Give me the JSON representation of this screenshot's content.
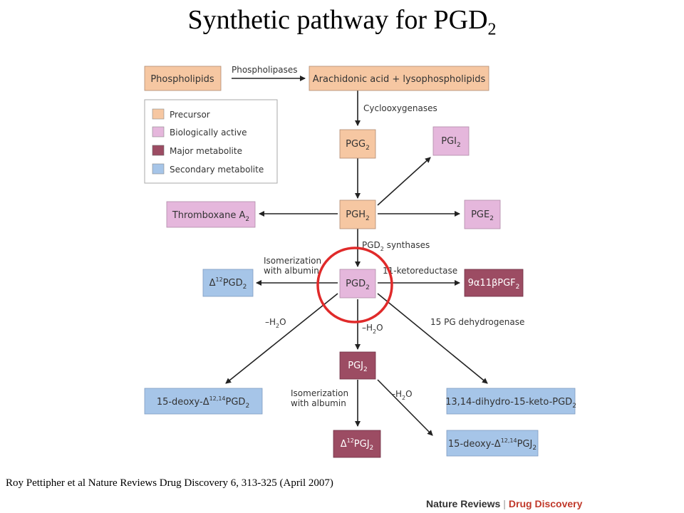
{
  "title": {
    "main": "Synthetic pathway for PGD",
    "sub": "2"
  },
  "citation": "Roy Pettipher et al  Nature Reviews Drug Discovery 6, 313-325 (April 2007)",
  "brand": {
    "journal": "Nature Reviews",
    "separator": "|",
    "section": "Drug Discovery"
  },
  "colors": {
    "precursor": "#f6c7a2",
    "biologically_active": "#e5b7dc",
    "major_metabolite": "#9c4c63",
    "secondary_metabolite": "#a6c5e8",
    "highlight_circle": "#e02a2a",
    "arrow": "#222222"
  },
  "legend": [
    {
      "key": "precursor",
      "label": "Precursor"
    },
    {
      "key": "biologically_active",
      "label": "Biologically active"
    },
    {
      "key": "major_metabolite",
      "label": "Major metabolite"
    },
    {
      "key": "secondary_metabolite",
      "label": "Secondary metabolite"
    }
  ],
  "nodes": {
    "phospholipids": {
      "text": "Phospholipids",
      "type": "precursor"
    },
    "arachidonic": {
      "text": "Arachidonic acid + lysophospholipids",
      "type": "precursor"
    },
    "pgg2": {
      "text": "PGG",
      "sub": "2",
      "type": "precursor"
    },
    "pgi2": {
      "text": "PGI",
      "sub": "2",
      "type": "biologically_active"
    },
    "pgh2": {
      "text": "PGH",
      "sub": "2",
      "type": "precursor"
    },
    "thromboxane": {
      "text": "Thromboxane A",
      "sub": "2",
      "type": "biologically_active"
    },
    "pge2": {
      "text": "PGE",
      "sub": "2",
      "type": "biologically_active"
    },
    "pgd2": {
      "text": "PGD",
      "sub": "2",
      "type": "biologically_active"
    },
    "delta12pgd2": {
      "text": "Δ",
      "sup": "12",
      "text2": "PGD",
      "sub": "2",
      "type": "secondary_metabolite"
    },
    "pgf2": {
      "text": "9α11βPGF",
      "sub": "2",
      "type": "major_metabolite"
    },
    "pgj2": {
      "text": "PGJ",
      "sub": "2",
      "type": "major_metabolite"
    },
    "deoxypgd2": {
      "text": "15-deoxy-Δ",
      "sup": "12,14",
      "text2": "PGD",
      "sub": "2",
      "type": "secondary_metabolite"
    },
    "dihydroketo": {
      "text": "13,14-dihydro-15-keto-PGD",
      "sub": "2",
      "type": "secondary_metabolite"
    },
    "delta12pgj2": {
      "text": "Δ",
      "sup": "12",
      "text2": "PGJ",
      "sub": "2",
      "type": "major_metabolite"
    },
    "deoxypgj2": {
      "text": "15-deoxy-Δ",
      "sup": "12,14",
      "text2": "PGJ",
      "sub": "2",
      "type": "secondary_metabolite"
    }
  },
  "edge_labels": {
    "phospholipases": "Phospholipases",
    "cyclooxygenases": "Cyclooxygenases",
    "pgd2_synthases": {
      "text": "PGD",
      "sub": "2",
      "text2": " synthases"
    },
    "isomerization_line1": "Isomerization",
    "isomerization_line2": "with albumin",
    "ketoreductase": "11-ketoreductase",
    "minus_h2o": {
      "text": "–H",
      "sub": "2",
      "text2": "O"
    },
    "dehydrogenase": "15 PG dehydrogenase"
  }
}
